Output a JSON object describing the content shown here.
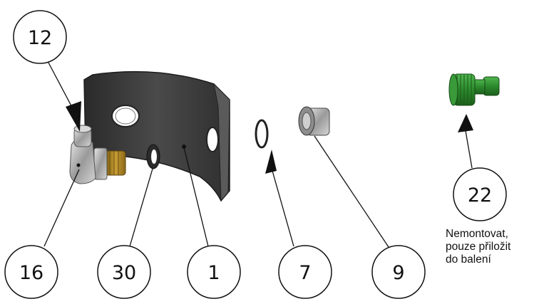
{
  "callouts": [
    {
      "id": "callout-12",
      "label": "12"
    },
    {
      "id": "callout-16",
      "label": "16"
    },
    {
      "id": "callout-30",
      "label": "30"
    },
    {
      "id": "callout-1",
      "label": "1"
    },
    {
      "id": "callout-7",
      "label": "7"
    },
    {
      "id": "callout-9",
      "label": "9"
    },
    {
      "id": "callout-22",
      "label": "22"
    }
  ],
  "note": {
    "lines": [
      "Nemontovat,",
      "pouze přiložit",
      "do balení"
    ]
  },
  "colors": {
    "bracket": "#3a3a3a",
    "brass": "#b58a2a",
    "chrome": "#a8a8a8",
    "green_nut": "#2f8a32",
    "line": "#111111"
  }
}
